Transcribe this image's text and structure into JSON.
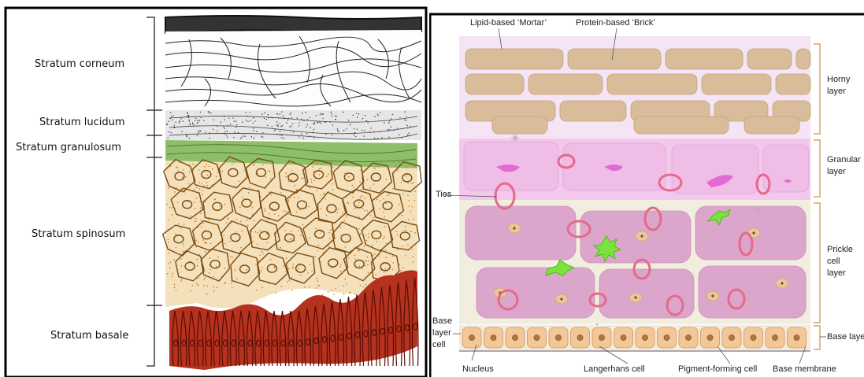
{
  "left": {
    "layers": [
      {
        "label": "Stratum corneum"
      },
      {
        "label": "Stratum lucidum"
      },
      {
        "label": "Stratum granulosum"
      },
      {
        "label": "Stratum spinosum"
      },
      {
        "label": "Stratum basale"
      }
    ]
  },
  "right": {
    "top_labels": {
      "mortar": "Lipid-based ‘Mortar’",
      "brick": "Protein-based ‘Brick’"
    },
    "side_labels": {
      "horny": [
        "Horny",
        "layer"
      ],
      "granular": [
        "Granular",
        "layer"
      ],
      "prickle": [
        "Prickle",
        "cell",
        "layer"
      ],
      "base": "Base layer"
    },
    "left_labels": {
      "ties": "Ties",
      "base_cell": [
        "Base",
        "layer",
        "cell"
      ]
    },
    "bottom_labels": {
      "nucleus": "Nucleus",
      "langerhans": "Langerhans cell",
      "pigment": "Pigment-forming cell",
      "membrane": "Base membrane"
    }
  },
  "colors": {
    "brick": "#d9bc9a",
    "mortar": "#f4e4f4",
    "granular": "#f3c8ec",
    "prickle": "#dca6cc",
    "tie": "#e56a8a",
    "langerhans": "#78e43c",
    "basale": "#b4321e",
    "spinosum_fill": "#f5e7c9",
    "granulosum": "#7ab05a"
  }
}
